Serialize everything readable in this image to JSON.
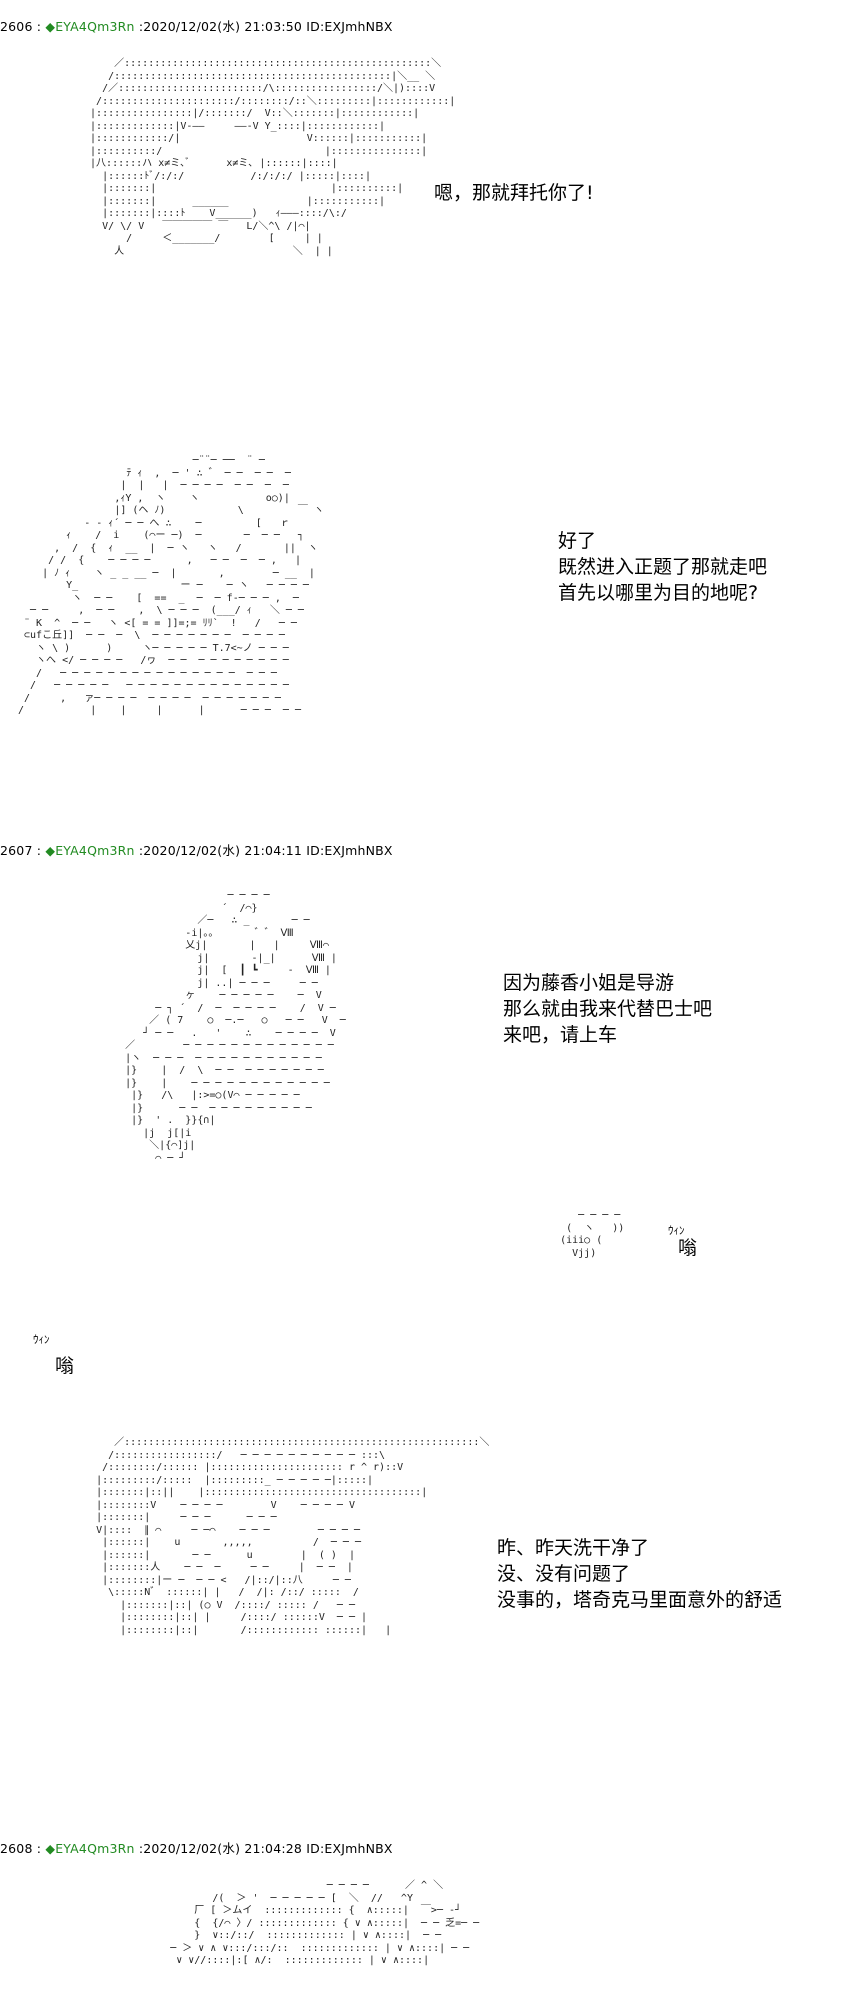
{
  "posts": [
    {
      "number": "2606 :",
      "name": "◆EYA4Qm3Rn",
      "meta": ":2020/12/02(水) 21:03:50 ID:EXJmhNBX"
    },
    {
      "number": "2607 :",
      "name": "◆EYA4Qm3Rn",
      "meta": ":2020/12/02(水) 21:04:11 ID:EXJmhNBX"
    },
    {
      "number": "2608 :",
      "name": "◆EYA4Qm3Rn",
      "meta": ":2020/12/02(水) 21:04:28 ID:EXJmhNBX"
    }
  ],
  "dialogues": {
    "d1": "嗯，那就拜托你了!",
    "d2": "好了\n既然进入正题了那就走吧\n首先以哪里为目的地呢?",
    "d3": "因为藤香小姐是导游\n那么就由我来代替巴士吧\n来吧，请上车",
    "d4": "昨、昨天洗干净了\n没、没有问题了\n没事的，塔奇克马里面意外的舒适"
  },
  "sfx": {
    "win_right": "ｳｨﾝ",
    "weng_right": "嗡",
    "win_left": "ｳｨﾝ",
    "weng_left": "嗡"
  },
  "art": {
    "a1": "      ／:::::::::::::::::::::::::::::::::::::::::::::::::::＼\n     /::::::::::::::::::::::::::::::::::::::::::::::|＼__ ＼\n    /／::::::::::::::::::::::::/\\:::::::::::::::::/＼|)::::V\n   /::::::::::::::::::::::/::::::::/::＼:::::::::|::::::::::::|\n  |::::::::::::::::|/:::::::/  V::＼:::::::|::::::::::::|\n  |:::::::::::::|V‐――     ――‐V Y_::::|::::::::::::|\n  |::::::::::::/|                     V::::::|:::::::::::|\n  |::::::::::/                           |:::::::::::::::|\n  |八::::::ハ x≠ミ､ﾞ      x≠ミ､ |::::::|::::|\n    |::::::ﾄﾞ/:/:/           /:/:/:/ |:::::|::::|\n    |:::::::|                             |::::::::::|\n    |:::::::|      ______             |:::::::::::|\n    |:::::::|::::ﾄ    V______)   ｨ―――::::/\\:/\n    V/ \\/ V   ￣￣￣￣￣ ￣   L/＼^\\ /|⌒|\n        /     ＜_______/        [     | |\n      人                            ＼  | |",
    "a2": "                             ─¨¨─ ──  ¨ ─\n                  ﾃ ｨ  ,  ─ ' ∴ ゛ ─ ─  ─ ─  ─\n                 |  |   |  ─ ─ ─ ─  ─ ─  ─  ─\n                ,ｨY ,  ヽ    ヽ           o○)|\n                |] (ヘ ﾉ)            \\         ￣ ヽ\n           - - ｨ´ ─ ─ へ ∴    ─         [   ｒ\n        ｨ    /  i    (⌒ー ─)  ─       ─  ─ ─   ┐\n      ,  /  {  ｨ  __  |  ─ ヽ   ヽ   /       ||  ヽ\n     / /  {    ─ ─ ─ ─      ,   ─ ─  ─  ─ ,   |\n    | ﾉ ｨ    ヽ _ _ __ ─  |       ,        ─ __  |\n        Y_                 ー ─    ─ ヽ   ─ ─ ─ ─\n         ヽ  ─ ─    [  ==  _  ─  ─ f-─ ─ ─ ,  ─\n  ─ ─     ,  ─ ─    ,  \\ ─ ─ ─  (___/ ｨ   ＼ ─ ─\n ¨ K  ^  ─ ─   ヽ <[ = = ]]=;= ﾘﾘ`  !   /   ─ ─\n ⊂ufこ丘]]  ─ ─  ─  \\  ─ ─ ─ ─ ─ ─ ─  ─ ─ ─ ─\n   ヽ \\ )      )     ヽ─ ─ ─ ─ ─ T.7<~ノ ─ ─ ─\n   ヽへ </ ─ ─ ─ ─   /ヮ  ─ ─  ─ ─ ─ ─ ─ ─ ─ ─\n   /   ─ ─ ─ ─ ─ ─ ─ ─ ─ ─ ─ ─ ─ ─ ─  ─ ─ ─\n  /   ─ ─ ─ ─ ─   ─ ─ ─ ─ ─ ─ ─ ─ ─ ─ ─ ─ ─ ─\n /     ,   ァ─ ─ ─ ─  ─ ─ ─ ─  ─ ─ ─ ─ ─ ─ ─\n/           |    |     |      |      ─ ─ ─  ─ ─",
    "a3": "                      ─ ─ ─ ─\n                     ´  /⌒}\n                 ／─   ∴ _       ─ ─\n               -i|。。      ゛゛ Ⅷ\n               乂j|       |   |     Ⅷ⌒\n                 j|       -|_|      Ⅷ |\n                 j|  [  ┃ ┗     -  Ⅷ |\n                 j| ..| ─ ─ ─     ─ ─\n               ヶ    ─ ─ ─ ─ ─    ─  V\n          ─ ┐ ´  /  ─  ─ ─ ─ ─    /  V ─\n         ／ ( 7    ○  ─.─   ○   ─ ─   V  ─\n        ┘ ─ ─   .   '    ∴    ─ ─ ─ ─  V\n     ／        ─ ─ ─ ─ ─ ─ ─ ─ ─ ─ ─ ─ ─\n     |ヽ  ─ ─ ─  ─ ─ ─ ─ ─ ─ ─ ─ ─ ─ ─\n     |}    |  /  \\  ─ ─  ─ ─ ─ ─ ─ ─ ─\n     |}    |    ─ ─ ─ ─ ─ ─ ─ ─ ─ ─ ─ ─\n      |}   /\\   |:>=○(V⌒ ─ ─ ─ ─ ─\n      |}      ─ ─  ─ ─ ─ ─ ─ ─ ─ ─ ─\n      |}  ' .  }}{∩|\n        |j  j[|i\n         ＼|{⌒]j|\n          ⌒ ─ ┘",
    "a3b": "        ─ ─ ─ ─\n      (  ヽ   ))\n     (iii○ (\n       Vjj)",
    "a4": "       ／:::::::::::::::::::::::::::::::::::::::::::::::::::::::::::＼\n      /:::::::::::::::::/   ─ ─ ─ ─ ─ ─ ─ ─ ─ ─ :::\\\n     /::::::::/:::::: |:::::::::::::::::::::: r ^ r)::V\n    |:::::::::/:::::  |:::::::::_ ─ ─ ─ ─ ─|:::::|\n    |:::::::|::||    |::::::::::::::::::::::::::::::::::::|\n    |::::::::V    ─ ─ ─ ─        V    ─ ─ ─ ─ V\n    |:::::::|     ─ ─ ─      ─ ─ ─\n    V|::::  ∥ ⌒     ─ ─⌒    ─ ─ ─        ─ ─ ─ ─\n     |::::::|    u       ,,,,,          /  ─ ─ ─\n     |::::::|       ─ ─      u        |  ( )  |\n     |:::::::人    ─ ─  ─     ─ ─     |  ─ ─  |\n     |::::::::|ー ─  ─ ─ <   /|::/|::八     ─ ─\n      \\:::::N゛ ::::::| |   /  /|: /::/ :::::  /\n        |:::::::|::| (○ V  /::::/ ::::: /   ─ ─\n        |::::::::|::| |     /::::/ ::::::V  ─ ─ |\n        |::::::::|::|       /:::::::::::: ::::::|   |",
    "a5": "                                    ─ ─ ─ ─      ／ ^ ＼\n                 /(  ＞ '  ─ ─ ─ ─ ─ [  ＼  //   ^Y\n              厂 [ ＞ムイ  ::::::::::::: {  ∧:::::|  ￣>─ -┘\n              {  {/⌒ 〉/ ::::::::::::: { ∨ ∧:::::|  ─ ─ 乏=─ ─\n              }  ∨::/::/  ::::::::::::: | ∨ ∧::::|  ─ ─\n          ─ ＞ ∨ ∧ ∨:::/:::/::  ::::::::::::: | ∨ ∧::::| ─ ─\n           ∨ ∨//::::|:[ ∧/:  ::::::::::::: | ∨ ∧::::|"
  }
}
